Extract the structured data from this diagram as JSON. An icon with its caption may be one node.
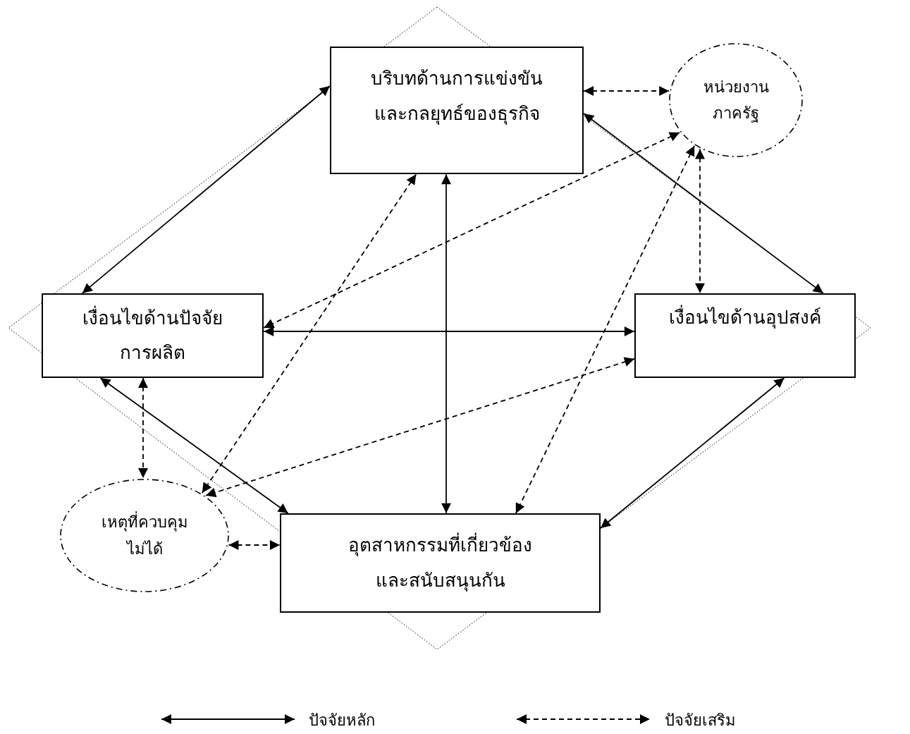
{
  "diagram": {
    "nodes": [
      {
        "text": [
          "บริบทด้านการแข่งขัน และกลยุทธ์ของธุรกิจ"
        ]
      },
      {
        "text": [
          "หน่วยงาน ภาครัฐ"
        ]
      },
      {
        "text": [
          "เงื่อนไขด้านปัจจัย การผลิต"
        ]
      },
      {
        "text": [
          "เงื่อนไขด้านอุปสงค์"
        ]
      },
      {
        "text": [
          "เหตุที่ควบคุม ไม่ได้"
        ]
      },
      {
        "text": [
          "อุตสาหกรรมที่เกี่ยวข้อง และสนับสนุนกัน"
        ]
      }
    ],
    "edges": [
      {
        "from": 0,
        "to": 5,
        "arrow": "both"
      },
      {
        "from": 2,
        "to": 3,
        "arrow": "both"
      },
      {
        "from": 0,
        "to": 2,
        "arrow": "both"
      },
      {
        "from": 0,
        "to": 3,
        "arrow": "both"
      },
      {
        "from": 2,
        "to": 5,
        "arrow": "both"
      },
      {
        "from": 3,
        "to": 5,
        "arrow": "both"
      },
      {
        "from": 0,
        "to": 1,
        "arrow": "both",
        "style": "dashed"
      },
      {
        "from": 1,
        "to": 3,
        "arrow": "both",
        "style": "dashed"
      },
      {
        "from": 2,
        "to": 4,
        "arrow": "both",
        "style": "dashed"
      },
      {
        "from": 4,
        "to": 5,
        "arrow": "both",
        "style": "dashed"
      },
      {
        "from": 0,
        "to": 4,
        "arrow": "both",
        "style": "dashed"
      },
      {
        "from": 1,
        "to": 2,
        "arrow": "both",
        "style": "dashed"
      },
      {
        "from": 3,
        "to": 4,
        "arrow": "both",
        "style": "dashed"
      },
      {
        "from": 1,
        "to": 5,
        "arrow": "both",
        "style": "dashed"
      }
    ],
    "legend": [
      {
        "text": "ปัจจัยหลัก"
      },
      {
        "text": "ปัจจัยเสริม"
      }
    ]
  }
}
